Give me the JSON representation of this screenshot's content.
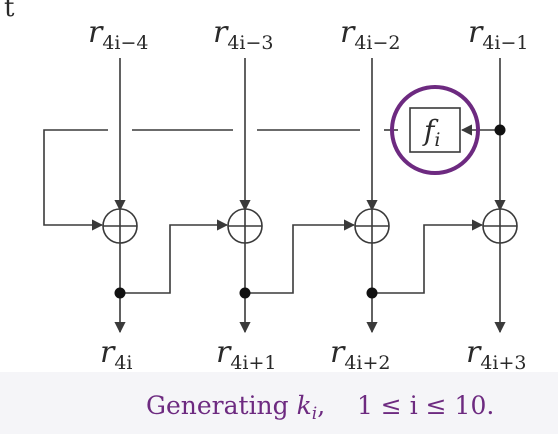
{
  "inputs": [
    {
      "var": "r",
      "sub": "4i−4"
    },
    {
      "var": "r",
      "sub": "4i−3"
    },
    {
      "var": "r",
      "sub": "4i−2"
    },
    {
      "var": "r",
      "sub": "4i−1"
    }
  ],
  "outputs": [
    {
      "var": "r",
      "sub": "4i"
    },
    {
      "var": "r",
      "sub": "4i+1"
    },
    {
      "var": "r",
      "sub": "4i+2"
    },
    {
      "var": "r",
      "sub": "4i+3"
    }
  ],
  "function_box": {
    "var": "f",
    "sub": "i"
  },
  "caption": {
    "prefix": "Generating ",
    "var": "k",
    "sub": "i",
    "suffix": ",    1 ≤ i ≤ 10."
  },
  "colors": {
    "line": "#3a3a3a",
    "highlight": "#6d2a80",
    "caption": "#6d2a80"
  },
  "corner_glyph": "t"
}
